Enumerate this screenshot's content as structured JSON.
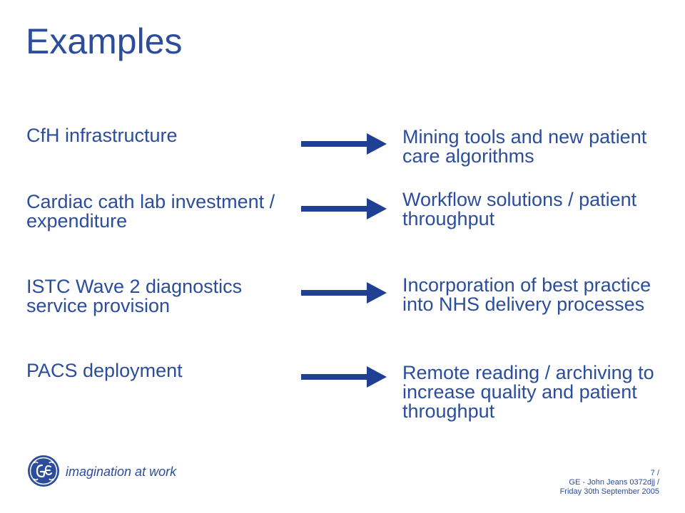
{
  "slide": {
    "title": "Examples",
    "left_items": [
      "CfH infrastructure",
      "Cardiac cath lab investment / expenditure",
      "ISTC Wave 2 diagnostics service provision",
      "PACS deployment"
    ],
    "right_items": [
      "Mining tools and new patient care algorithms",
      "Workflow solutions / patient throughput",
      "Incorporation of best practice into NHS delivery processes",
      "Remote reading / archiving to increase quality and patient throughput"
    ]
  },
  "footer": {
    "tagline": "imagination at work",
    "page": "7 /",
    "author": "GE - John Jeans 0372djj /",
    "date": "Friday 30th September 2005"
  },
  "colors": {
    "text": "#2b4d9c",
    "arrow": "#1f3f93",
    "background": "#ffffff"
  },
  "icons": {
    "logo": "ge-monogram-logo",
    "arrow": "right-arrow-icon"
  }
}
